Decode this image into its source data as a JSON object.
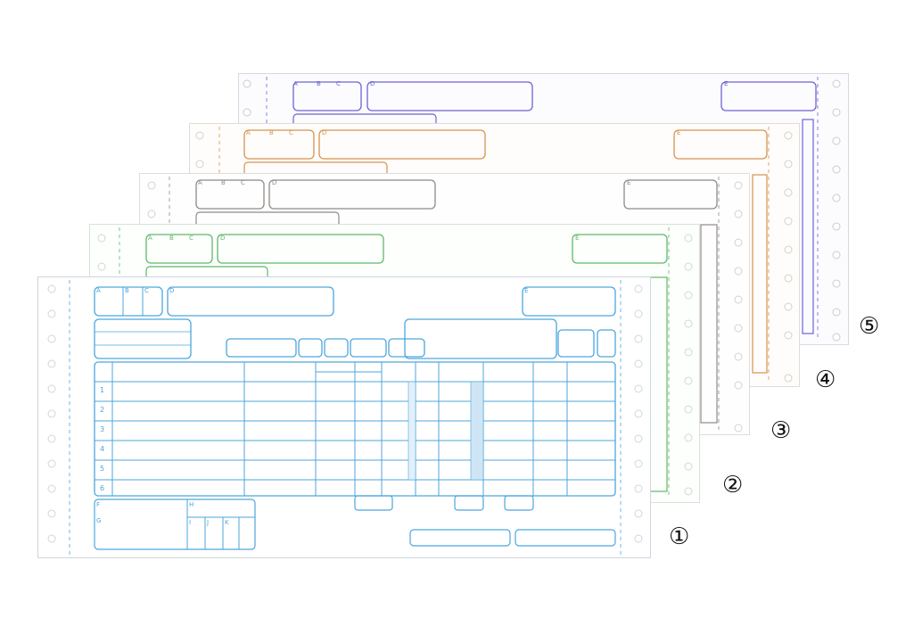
{
  "copies": [
    {
      "number_label": "⑤",
      "title": "",
      "header": "",
      "color": "#6b63d4"
    },
    {
      "number_label": "④",
      "title": "",
      "header": "",
      "color": "#d6934f"
    },
    {
      "number_label": "③",
      "title": "",
      "header": "",
      "color": "#8f8a86"
    },
    {
      "number_label": "②",
      "title": "",
      "header": "",
      "color": "#5fb86a"
    },
    {
      "number_label": "①",
      "title": "",
      "header": "",
      "color": "#4ca6de"
    }
  ],
  "front": {
    "box_labels": {
      "a": "A",
      "b": "B",
      "c": "C",
      "d": "D",
      "e": "E",
      "f": "F",
      "g": "G",
      "h": "H",
      "i": "I",
      "j": "J",
      "k": "K"
    },
    "shop_labels": {
      "company": "",
      "store": ""
    },
    "code_labels": {
      "shop_code": "",
      "category_code": "",
      "slip_type": "",
      "slip_number": "",
      "supplier_code": ""
    },
    "supplier_label": "",
    "date_label": "",
    "flight_label": "",
    "columns": {
      "row": "",
      "item_name": "",
      "product_code": "",
      "color_pieces": "",
      "size_cases": "",
      "quantity": "",
      "discount": "",
      "cost_price": "",
      "cost_amount": "",
      "sale_price": "",
      "remarks": ""
    },
    "unit_yen": "",
    "row_numbers": [
      "1",
      "2",
      "3",
      "4",
      "5",
      "6"
    ],
    "total_label": "",
    "corrected_cost_total": "",
    "corrected_sale_total": "",
    "footer_note": ""
  }
}
